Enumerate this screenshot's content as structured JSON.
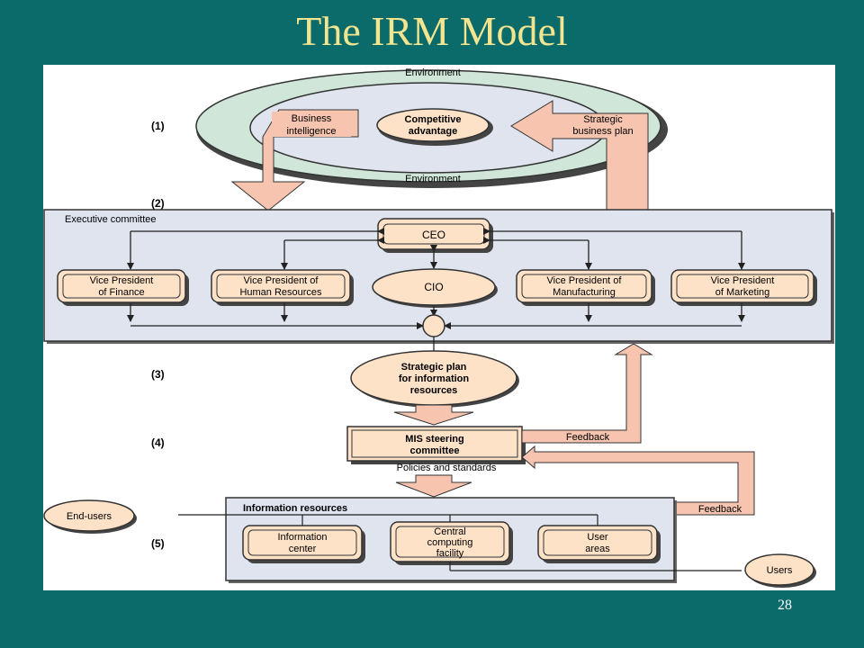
{
  "slide": {
    "title": "The IRM Model",
    "page_number": "28"
  },
  "colors": {
    "background": "#0b6a6a",
    "title": "#f3e58f",
    "box_fill": "#fde2c8",
    "arrow_fill": "#f7c4b0",
    "panel_fill": "#dfe4ef",
    "ring_fill": "#cfe6d8"
  },
  "diagram": {
    "steps": [
      "(1)",
      "(2)",
      "(3)",
      "(4)",
      "(5)"
    ],
    "environment_top": "Environment",
    "environment_bottom": "Environment",
    "business_intelligence": [
      "Business",
      "intelligence"
    ],
    "competitive_advantage": [
      "Competitive",
      "advantage"
    ],
    "strategic_business_plan": [
      "Strategic",
      "business plan"
    ],
    "executive_committee": "Executive committee",
    "ceo": "CEO",
    "cio": "CIO",
    "vp_finance": [
      "Vice President",
      "of Finance"
    ],
    "vp_hr": [
      "Vice President of",
      "Human Resources"
    ],
    "vp_manufacturing": [
      "Vice President of",
      "Manufacturing"
    ],
    "vp_marketing": [
      "Vice President",
      "of Marketing"
    ],
    "strategic_plan_ir": [
      "Strategic plan",
      "for information",
      "resources"
    ],
    "mis_steering": [
      "MIS steering",
      "committee"
    ],
    "feedback_1": "Feedback",
    "feedback_2": "Feedback",
    "policies": "Policies and standards",
    "information_resources": "Information resources",
    "end_users": "End-users",
    "information_center": [
      "Information",
      "center"
    ],
    "central_computing": [
      "Central",
      "computing",
      "facility"
    ],
    "user_areas": [
      "User",
      "areas"
    ],
    "users": "Users"
  }
}
